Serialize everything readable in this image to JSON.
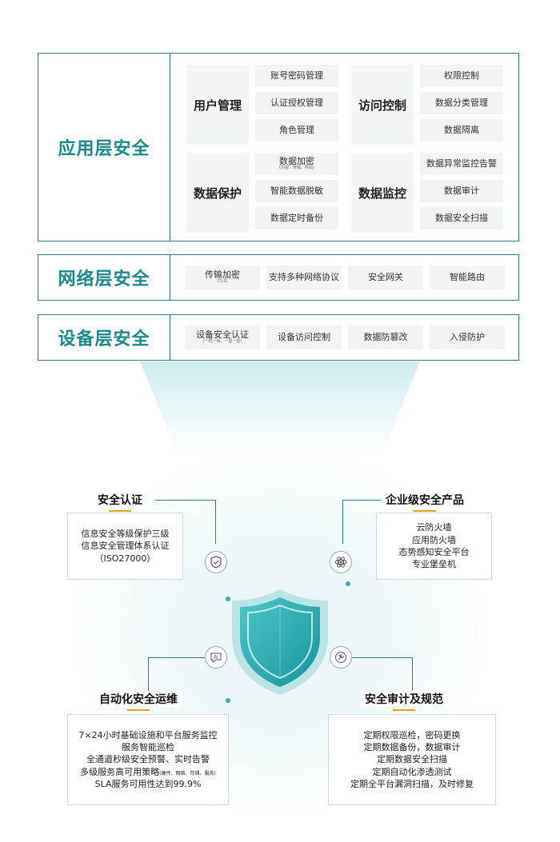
{
  "app_layer": {
    "title": "应用层安全",
    "groups": [
      {
        "label": "用户管理",
        "items": [
          "账号密码管理",
          "认证授权管理",
          "角色管理"
        ]
      },
      {
        "label": "访问控制",
        "items": [
          "权限控制",
          "数据分类管理",
          "数据隔离"
        ]
      },
      {
        "label": "数据保护",
        "items": [
          {
            "main": "数据加密",
            "sub": "(内容、传输、导出)"
          },
          "智能数据脱敏",
          "数据定时备份"
        ]
      },
      {
        "label": "数据监控",
        "items": [
          "数据异常监控告警",
          "数据审计",
          "数据安全扫描"
        ]
      }
    ]
  },
  "net_layer": {
    "title": "网络层安全",
    "items": [
      {
        "main": "传输加密",
        "sub": "(TLS)"
      },
      "支持多种网络协议",
      "安全网关",
      "智能路由"
    ]
  },
  "dev_layer": {
    "title": "设备层安全",
    "items": [
      {
        "main": "设备安全认证",
        "sub": "(一机一码、一型一密)"
      },
      "设备访问控制",
      "数据防篡改",
      "入侵防护"
    ]
  },
  "features": {
    "cert": {
      "title": "安全认证",
      "lines": [
        "信息安全等级保护三级",
        "信息安全管理体系认证",
        "（ISO27000）"
      ]
    },
    "enterprise": {
      "title": "企业级安全产品",
      "lines": [
        "云防火墙",
        "应用防火墙",
        "态势感知安全平台",
        "专业堡垒机"
      ]
    },
    "ops": {
      "title": "自动化安全运维",
      "lines": [
        "7×24小时基础设施和平台服务监控",
        "服务智能巡检",
        "全通道秒级安全预警、实时告警"
      ],
      "strategy_main": "多级服务高可用策略",
      "strategy_sub": "(硬件、网络、存储、服务)",
      "sla": "SLA服务可用性达到99.9%"
    },
    "audit": {
      "title": "安全审计及规范",
      "lines": [
        "定期权限巡检，密码更换",
        "定期数据备份，数据审计",
        "定期数据安全扫描",
        "定期自动化渗透测试",
        "定期全平台漏洞扫描，及时修复"
      ]
    }
  },
  "icons": {
    "cert": "shield-check-icon",
    "enterprise": "atom-icon",
    "ops": "ai-icon",
    "audit": "tools-icon"
  },
  "colors": {
    "accent": "#1b8a8f",
    "border": "#2a7f86",
    "underline": "#e3a21a",
    "shield": "#2bb0b3"
  }
}
